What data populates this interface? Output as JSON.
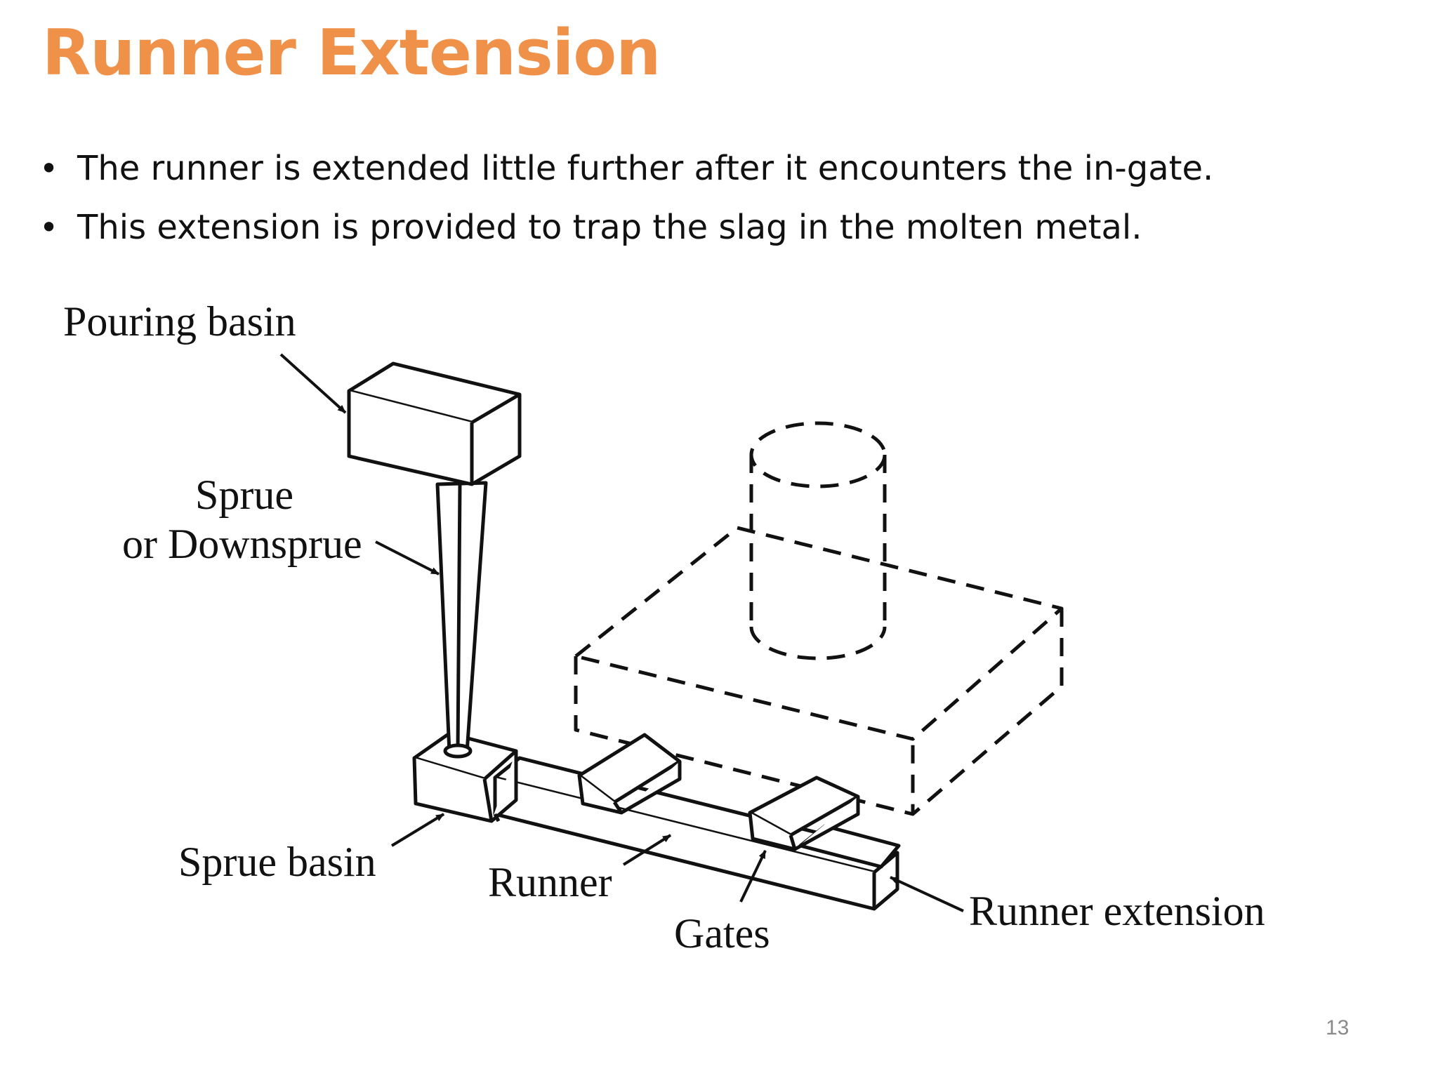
{
  "slide": {
    "title": "Runner Extension",
    "bullets": [
      "The runner is extended little further after it encounters the in-gate.",
      "This extension is provided to trap the slag in the molten metal."
    ],
    "page_number": "13"
  },
  "diagram": {
    "labels": {
      "pouring_basin": "Pouring basin",
      "sprue_line1": "Sprue",
      "sprue_line2": "or Downsprue",
      "sprue_basin": "Sprue basin",
      "runner": "Runner",
      "gates": "Gates",
      "runner_extension": "Runner extension"
    }
  },
  "colors": {
    "title": "#F0914A",
    "text": "#111111",
    "page_number": "#8a8a8a"
  }
}
